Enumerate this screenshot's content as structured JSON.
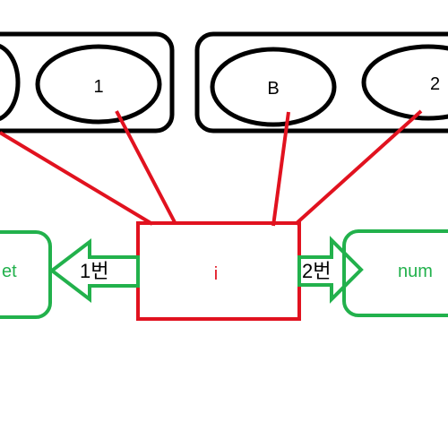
{
  "diagram": {
    "cells": [
      {
        "label": "1"
      },
      {
        "label": "B"
      },
      {
        "label": "2"
      }
    ],
    "center_box": {
      "label": "i"
    },
    "left_box": {
      "label": "et"
    },
    "right_box": {
      "label": "num"
    },
    "arrows": {
      "left_label": "1번",
      "right_label": "2번"
    }
  },
  "colors": {
    "outline": "#000000",
    "red": "#e1121f",
    "green": "#22b14c"
  }
}
